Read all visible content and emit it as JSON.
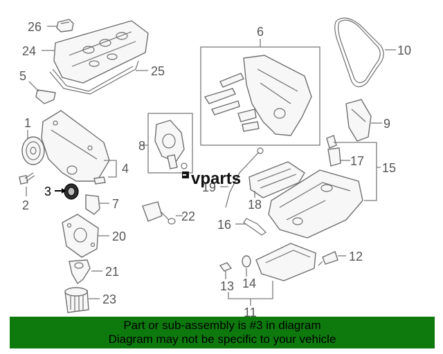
{
  "diagram": {
    "watermark": "vparts",
    "callouts": [
      "1",
      "2",
      "3",
      "4",
      "5",
      "6",
      "7",
      "8",
      "9",
      "10",
      "11",
      "12",
      "13",
      "14",
      "15",
      "16",
      "17",
      "18",
      "19",
      "20",
      "21",
      "22",
      "23",
      "24",
      "25",
      "26"
    ],
    "highlighted_callout": "3"
  },
  "banner": {
    "line1": "Part or sub-assembly is #3 in diagram",
    "line2": "Diagram may not be specific to your vehicle",
    "color": "#0e7a0e"
  }
}
